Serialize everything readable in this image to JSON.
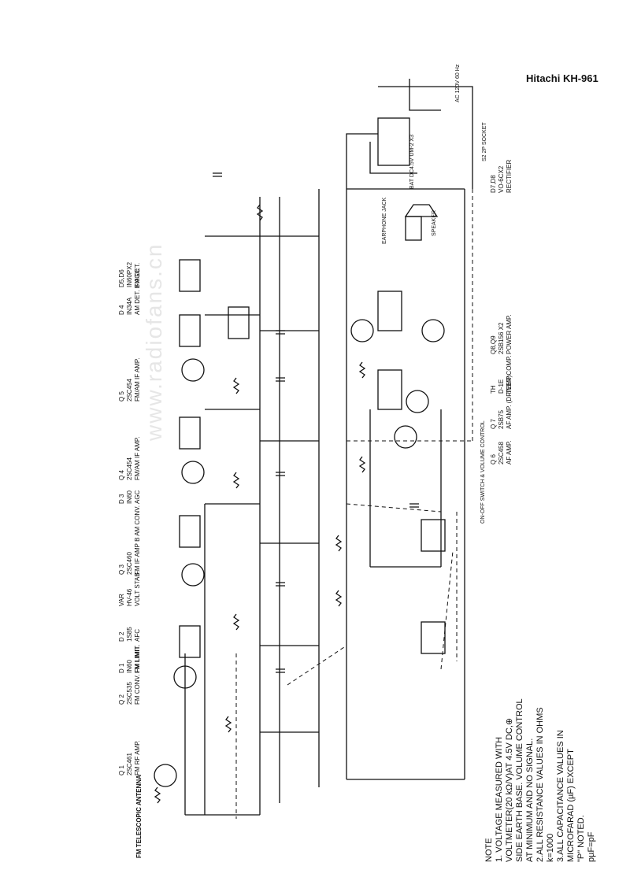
{
  "header": {
    "title": "Hitachi KH-961"
  },
  "watermark": "www.radiofans.cn",
  "stages": [
    {
      "ref": "Q 1",
      "part": "2SC461",
      "func": "FM RF AMP."
    },
    {
      "ref": "Q 2",
      "part": "2SC535",
      "func": "FM CONV. FM LIMIT."
    },
    {
      "ref": "D 1",
      "part": "IN60",
      "func": "FM LIMIT."
    },
    {
      "ref": "D 2",
      "part": "1S85",
      "func": "AFC"
    },
    {
      "ref": "VAR",
      "part": "HV-46",
      "func": "VOLT STAB."
    },
    {
      "ref": "Q 3",
      "part": "2SC460",
      "func": "FM IF AMP B AM CONV."
    },
    {
      "ref": "D 3",
      "part": "IN60",
      "func": "AGC"
    },
    {
      "ref": "Q 4",
      "part": "2SC454",
      "func": "FM/AM IF AMP."
    },
    {
      "ref": "Q 5",
      "part": "2SC454",
      "func": "FM/AM IF AMP."
    },
    {
      "ref": "D 4",
      "part": "IN34A",
      "func": "AM DET. B AGC"
    },
    {
      "ref": "D5,D6",
      "part": "IN60PX2",
      "func": "FM DET."
    },
    {
      "ref": "Q 6",
      "part": "2SC458",
      "func": "AF AMP."
    },
    {
      "ref": "Q 7",
      "part": "2SB75",
      "func": "AF AMP. (DRIVER)"
    },
    {
      "ref": "TH",
      "part": "D-1E",
      "func": "TEMP.COMP."
    },
    {
      "ref": "Q8,Q9",
      "part": "2SB156 X2",
      "func": "POWER AMP."
    },
    {
      "ref": "D7,D8",
      "part": "VO-6CX2",
      "func": "RECTIFIER"
    }
  ],
  "labels": {
    "antenna": "FM TELESCOPIC ANTENNA",
    "switch": "ON-OFF SWITCH & VOLUME CONTROL",
    "earphone": "EARPHONE JACK",
    "speaker": "SPEAKER",
    "ac": "AC 120V 60 Hz",
    "socket": "S2 2P SOCKET",
    "battery": "BAT DC4.5V UM-2 X3"
  },
  "notes": {
    "heading": "NOTE",
    "line1": "1. VOLTAGE MEASURED WITH",
    "line2": "VOLTMETER(20 kΩ/V)AT 4.5V DC,⊕",
    "line3": "SIDE EARTH BASE. VOLUME CONTROL",
    "line4": "AT MINIMUM AND NO SIGNAL.",
    "line5": "2.ALL RESISTANCE VALUES IN OHMS",
    "line6": "k=1000",
    "line7": "3.ALL CAPACITANCE VALUES IN",
    "line8": "MICROFARAD (µF) EXCEPT",
    "line9": "\"P\" NOTED.",
    "line10": "pµF=pF"
  }
}
